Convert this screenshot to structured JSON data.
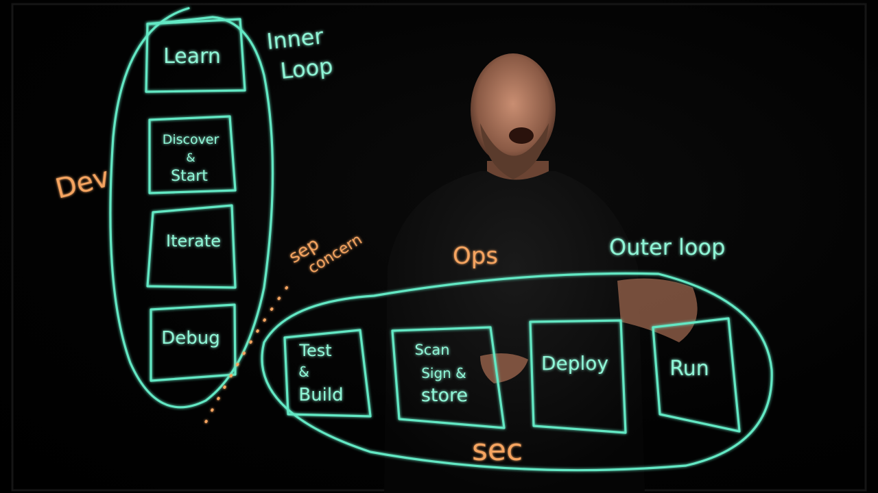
{
  "labels": {
    "dev": "Dev",
    "inner_loop_line1": "Inner",
    "inner_loop_line2": "Loop",
    "sep_concern_line1": "sep",
    "sep_concern_line2": "concern",
    "ops": "Ops",
    "outer_loop": "Outer loop",
    "sec": "sec"
  },
  "inner_boxes": {
    "learn": "Learn",
    "discover_line1": "Discover",
    "discover_line2": "&",
    "discover_line3": "Start",
    "iterate": "Iterate",
    "debug": "Debug"
  },
  "outer_boxes": {
    "test_line1": "Test",
    "test_line2": "&",
    "test_line3": "Build",
    "scan_line1": "Scan",
    "scan_line2": "Sign &",
    "scan_line3": "store",
    "deploy": "Deploy",
    "run": "Run"
  },
  "colors": {
    "glass_ink_green": "#63e8c4",
    "glass_ink_orange": "#f5a460",
    "background": "#000000"
  }
}
